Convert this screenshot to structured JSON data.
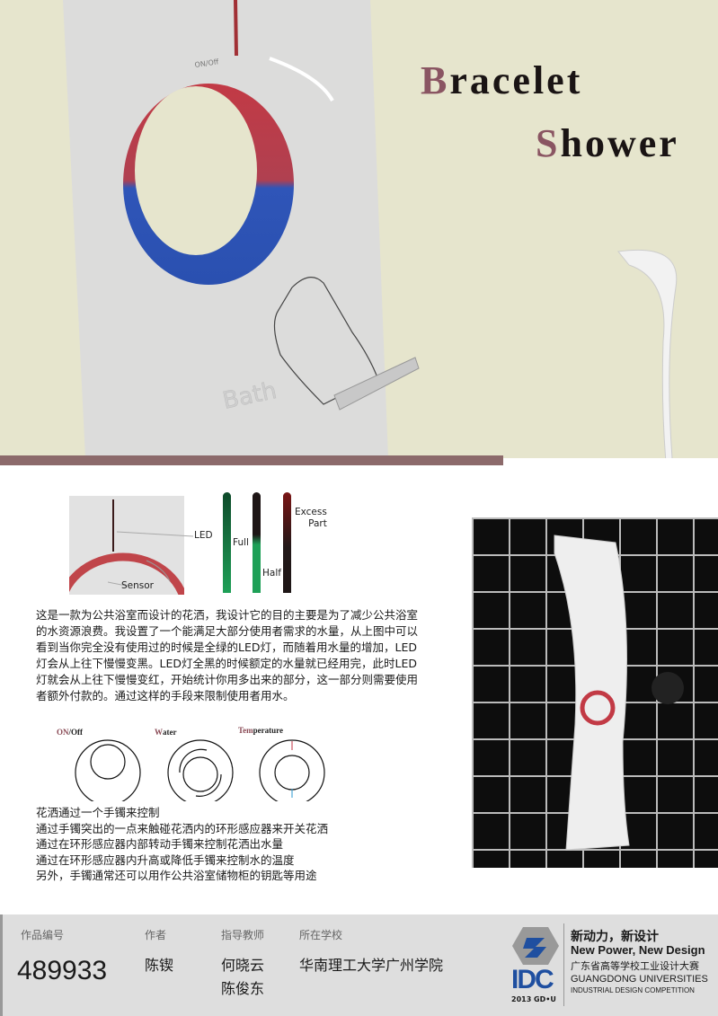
{
  "title": {
    "word1_cap": "B",
    "word1_rest": "racelet",
    "word2_cap": "S",
    "word2_rest": "hower"
  },
  "hero": {
    "onoff_label": "ON/Off",
    "bath_label": "Bath"
  },
  "led_diagram": {
    "led_label": "LED",
    "sensor_label": "Sensor",
    "full_label": "Full",
    "half_label": "Half",
    "excess_label_1": "Excess",
    "excess_label_2": "Part"
  },
  "description": "这是一款为公共浴室而设计的花洒，我设计它的目的主要是为了减少公共浴室的水资源浪费。我设置了一个能满足大部分使用者需求的水量，从上图中可以看到当你完全没有使用过的时候是全绿的LED灯，而随着用水量的增加，LED灯会从上往下慢慢变黑。LED灯全黑的时候额定的水量就已经用完，此时LED灯就会从上往下慢慢变红，开始统计你用多出来的部分，这一部分则需要使用者额外付款的。通过这样的手段来限制使用者用水。",
  "controls": [
    {
      "cap": "ON",
      "rest": "/Off"
    },
    {
      "cap": "W",
      "rest": "ater"
    },
    {
      "cap": "Tem",
      "rest": "perature"
    }
  ],
  "control_lines": [
    "花洒通过一个手镯来控制",
    "通过手镯突出的一点来触碰花洒内的环形感应器来开关花洒",
    "通过在环形感应器内部转动手镯来控制花洒出水量",
    "通过在环形感应器内升高或降低手镯来控制水的温度",
    "另外，手镯通常还可以用作公共浴室储物柜的钥匙等用途"
  ],
  "colors": {
    "accent": "#8a5562",
    "led_green": "#1f9a55",
    "led_red": "#7a1515",
    "band": "#8c6a6b"
  },
  "footer": {
    "id_label": "作品编号",
    "id_value": "489933",
    "author_label": "作者",
    "author": "陈锲",
    "advisor_label": "指导教师",
    "advisors": [
      "何晓云",
      "陈俊东"
    ],
    "school_label": "所在学校",
    "school": "华南理工大学广州学院",
    "logo_text": "IDC",
    "logo_year": "2013 GD•U",
    "slogan_cn": "新动力，新设计",
    "slogan_en": "New Power, New Design",
    "comp_cn": "广东省高等学校工业设计大赛",
    "comp_en1": "GUANGDONG UNIVERSITIES",
    "comp_en2": "INDUSTRIAL DESIGN COMPETITION"
  }
}
